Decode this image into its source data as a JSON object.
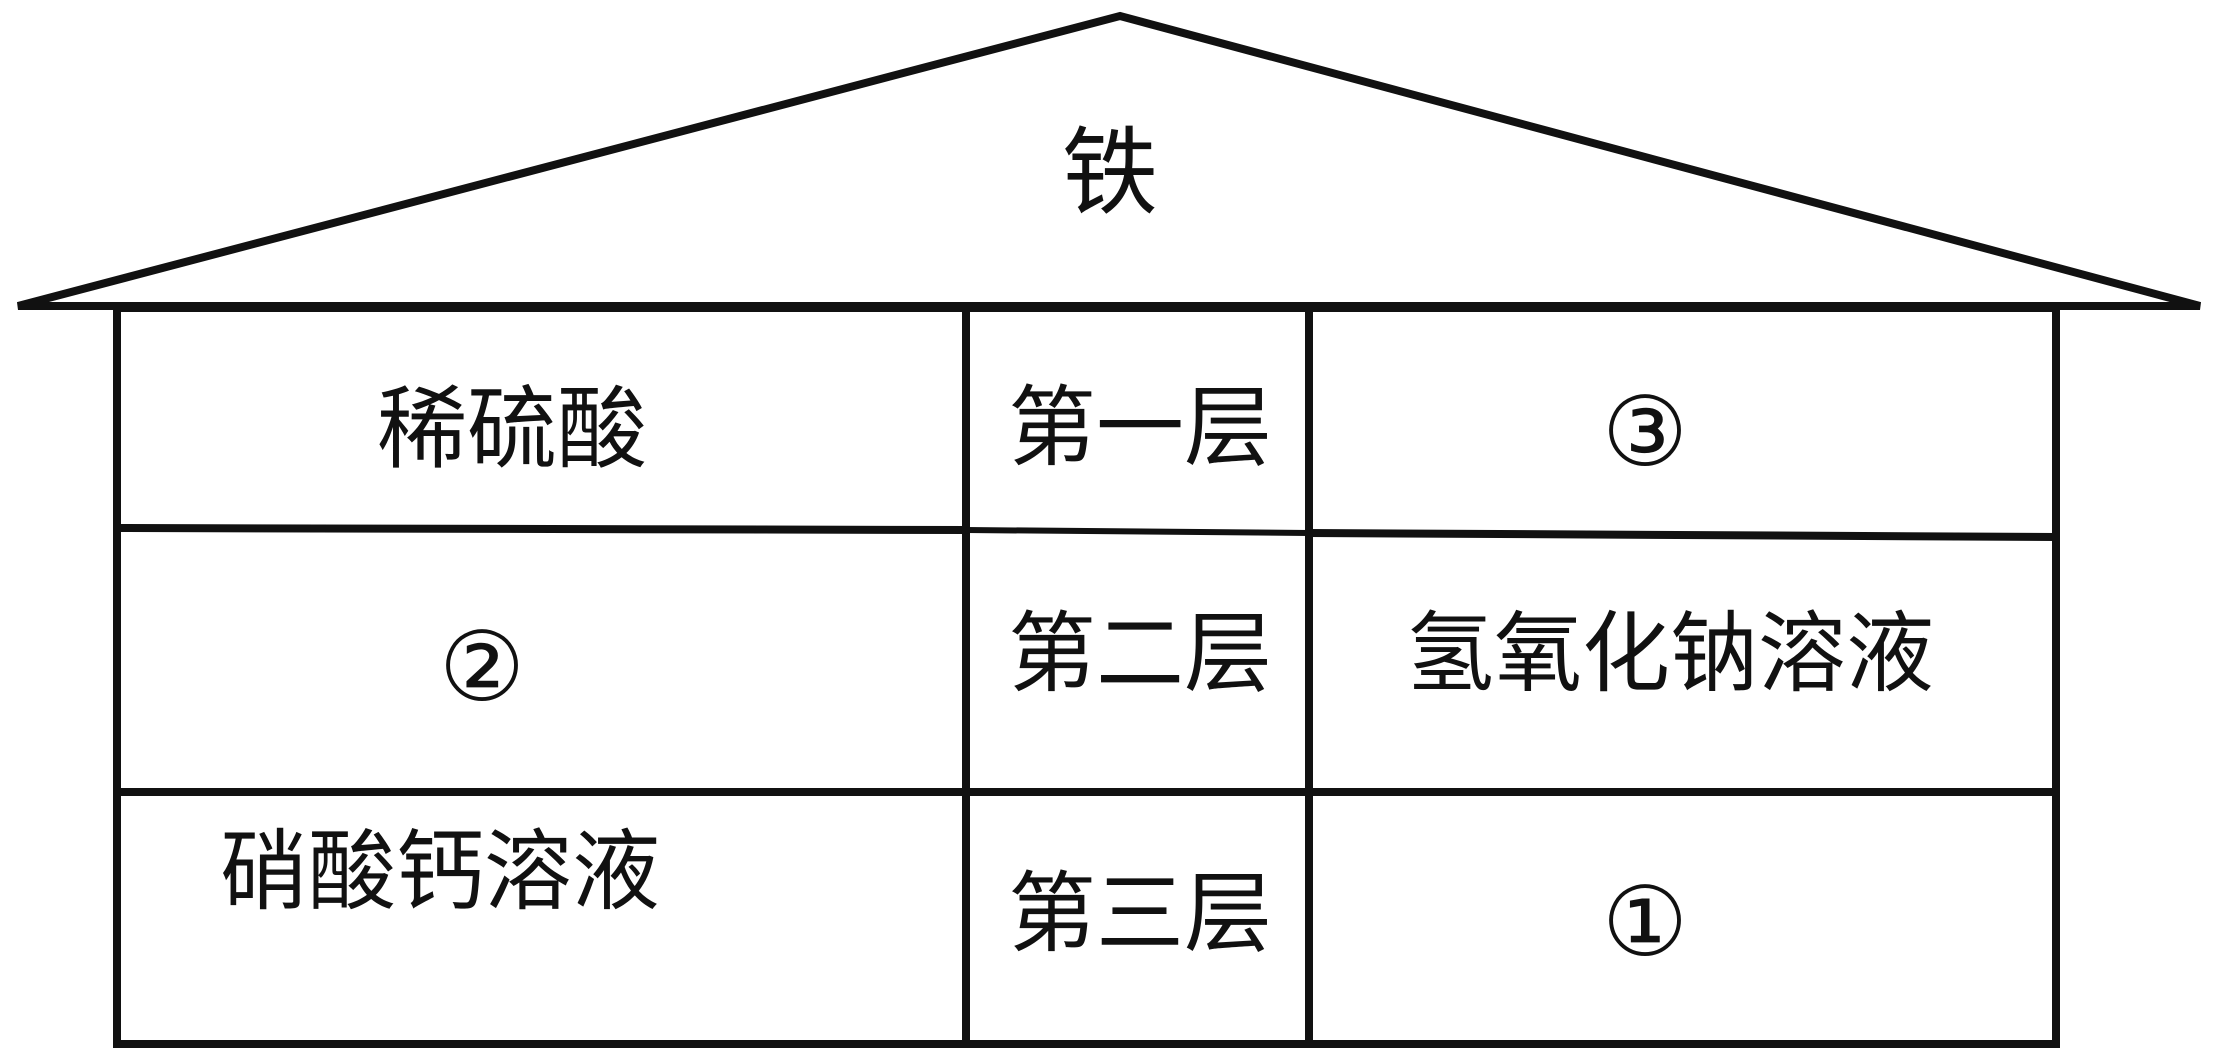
{
  "roof": {
    "label": "铁"
  },
  "floors": [
    {
      "left": "稀硫酸",
      "middle": "第一层",
      "right": "③"
    },
    {
      "left": "②",
      "middle": "第二层",
      "right": "氢氧化钠溶液"
    },
    {
      "left": "硝酸钙溶液",
      "middle": "第三层",
      "right": "①"
    }
  ],
  "colors": {
    "line": "#111111",
    "background": "#ffffff"
  }
}
